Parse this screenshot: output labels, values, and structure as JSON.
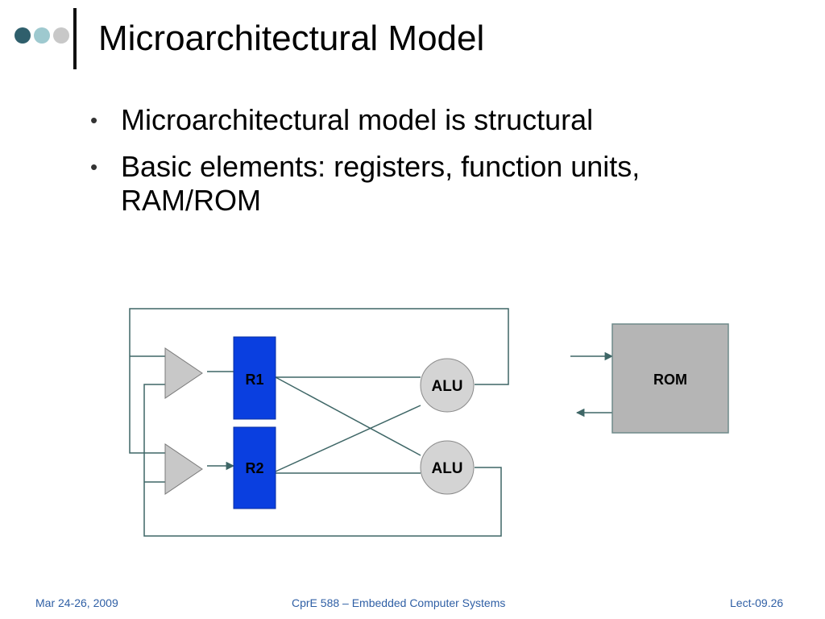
{
  "slide": {
    "title": "Microarchitectural Model",
    "bullets": [
      "Microarchitectural model is structural",
      "Basic elements: registers, function units, RAM/ROM"
    ]
  },
  "diagram": {
    "registers": [
      "R1",
      "R2"
    ],
    "alus": [
      "ALU",
      "ALU"
    ],
    "memory": "ROM"
  },
  "footer": {
    "date": "Mar 24-26, 2009",
    "course": "CprE 588 – Embedded Computer Systems",
    "lecture": "Lect-09.26"
  },
  "colors": {
    "register_fill": "#0a3fe0",
    "alu_fill": "#d4d4d4",
    "rom_fill": "#b5b5b5",
    "mux_fill": "#c8c8c8",
    "wire": "#3e6666",
    "footer_text": "#2f5fa5",
    "dot_dark": "#2f5f6c",
    "dot_light": "#9ec9cf",
    "dot_grey": "#c8c8c8"
  }
}
